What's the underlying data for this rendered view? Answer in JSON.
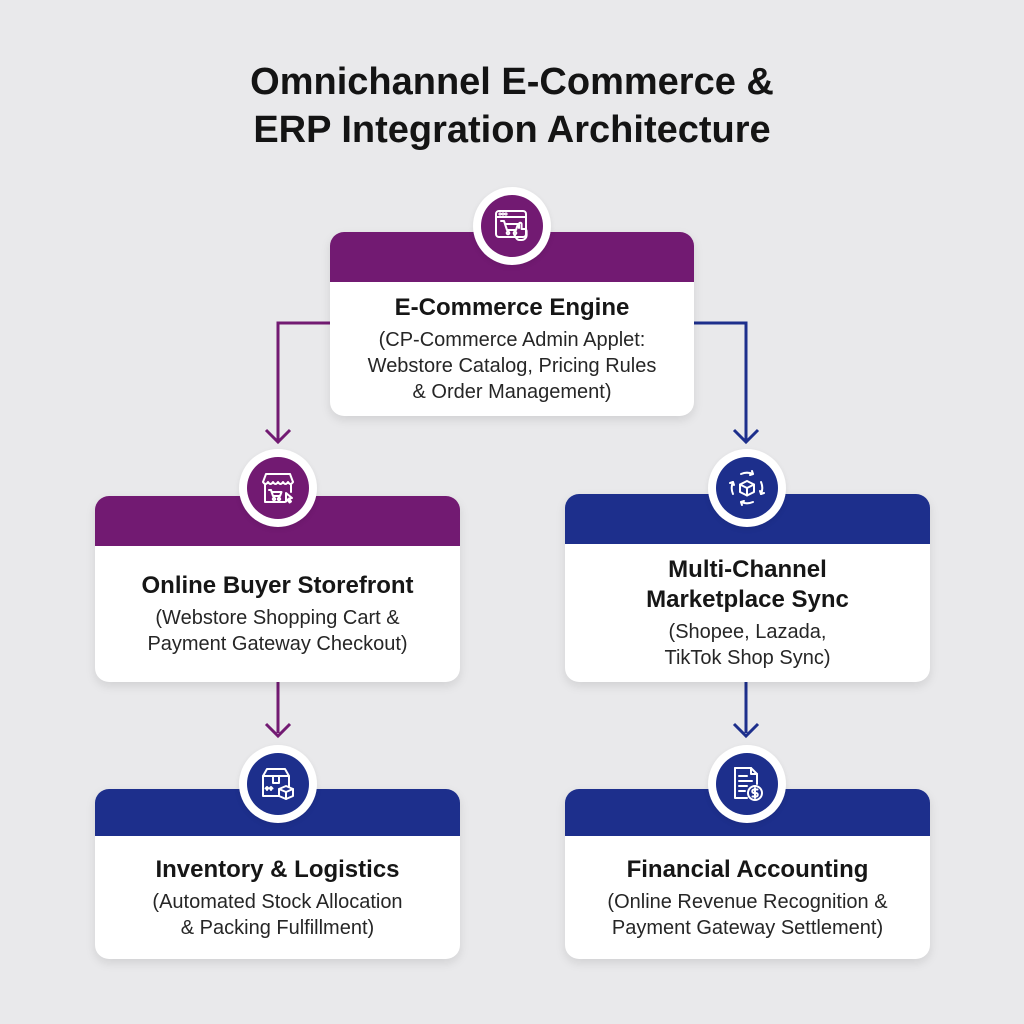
{
  "title": {
    "line1": "Omnichannel E-Commerce &",
    "line2": "ERP Integration Architecture"
  },
  "nodes": {
    "engine": {
      "heading": "E-Commerce Engine",
      "desc_line1": "(CP-Commerce Admin Applet:",
      "desc_line2": "Webstore Catalog, Pricing Rules",
      "desc_line3": "& Order Management)",
      "icon": "web-shopping-cart-icon",
      "color": "#721a72"
    },
    "storefront": {
      "heading": "Online Buyer Storefront",
      "desc_line1": "(Webstore Shopping Cart &",
      "desc_line2": "Payment Gateway Checkout)",
      "icon": "storefront-icon",
      "color": "#721a72"
    },
    "marketplace": {
      "heading_line1": "Multi-Channel",
      "heading_line2": "Marketplace Sync",
      "desc_line1": "(Shopee, Lazada,",
      "desc_line2": "TikTok Shop Sync)",
      "icon": "sync-box-icon",
      "color": "#1d2f8c"
    },
    "inventory": {
      "heading": "Inventory & Logistics",
      "desc_line1": "(Automated Stock Allocation",
      "desc_line2": "& Packing Fulfillment)",
      "icon": "package-icon",
      "color": "#1d2f8c"
    },
    "accounting": {
      "heading": "Financial Accounting",
      "desc_line1": "(Online Revenue Recognition &",
      "desc_line2": "Payment Gateway Settlement)",
      "icon": "invoice-dollar-icon",
      "color": "#1d2f8c"
    }
  },
  "colors": {
    "purple": "#721a72",
    "navy": "#1d2f8c",
    "background": "#e9e9eb"
  }
}
